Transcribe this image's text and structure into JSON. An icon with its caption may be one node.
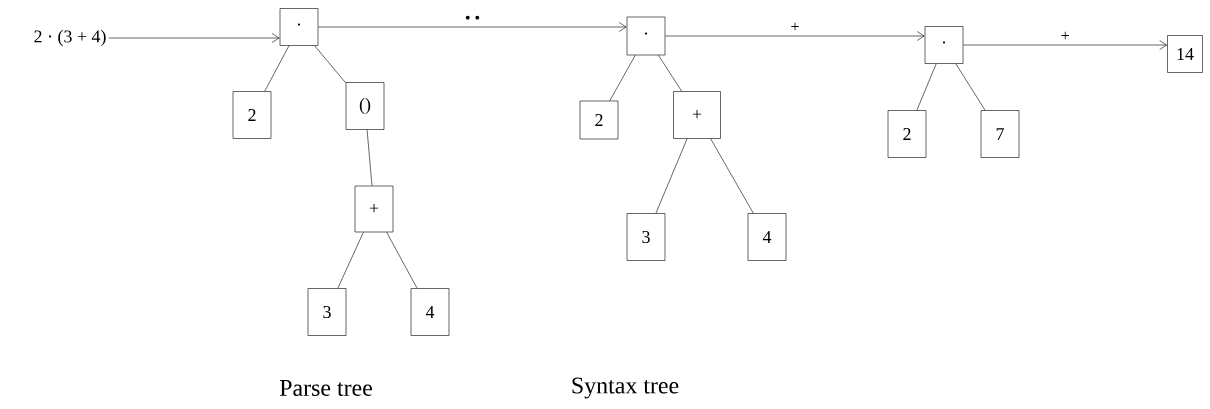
{
  "diagram": {
    "nodes": [
      {
        "text": [
          "2 · (3 + 4)"
        ]
      },
      {
        "text": [
          "·"
        ]
      },
      {
        "text": [
          "2"
        ]
      },
      {
        "text": [
          "()"
        ]
      },
      {
        "text": [
          "+"
        ]
      },
      {
        "text": [
          "3"
        ]
      },
      {
        "text": [
          "4"
        ]
      },
      {
        "text": [
          "·"
        ]
      },
      {
        "text": [
          "2"
        ]
      },
      {
        "text": [
          "+"
        ]
      },
      {
        "text": [
          "3"
        ]
      },
      {
        "text": [
          "4"
        ]
      },
      {
        "text": [
          "·"
        ]
      },
      {
        "text": [
          "2"
        ]
      },
      {
        "text": [
          "7"
        ]
      },
      {
        "text": [
          "14"
        ]
      }
    ],
    "edges": [
      {
        "from": 0,
        "to": 1,
        "arrow": "to"
      },
      {
        "from": 1,
        "to": 2,
        "arrow": "none"
      },
      {
        "from": 1,
        "to": 3,
        "arrow": "none"
      },
      {
        "from": 3,
        "to": 4,
        "arrow": "none"
      },
      {
        "from": 4,
        "to": 5,
        "arrow": "none"
      },
      {
        "from": 4,
        "to": 6,
        "arrow": "none"
      },
      {
        "from": 1,
        "to": 7,
        "arrow": "to",
        "label": "• •"
      },
      {
        "from": 7,
        "to": 8,
        "arrow": "none"
      },
      {
        "from": 7,
        "to": 9,
        "arrow": "none"
      },
      {
        "from": 9,
        "to": 10,
        "arrow": "none"
      },
      {
        "from": 9,
        "to": 11,
        "arrow": "none"
      },
      {
        "from": 7,
        "to": 12,
        "arrow": "to",
        "label": "+"
      },
      {
        "from": 12,
        "to": 13,
        "arrow": "none"
      },
      {
        "from": 12,
        "to": 14,
        "arrow": "none"
      },
      {
        "from": 12,
        "to": 15,
        "arrow": "to",
        "label": "+"
      }
    ],
    "labels": [
      "Parse tree",
      "Syntax tree"
    ]
  }
}
